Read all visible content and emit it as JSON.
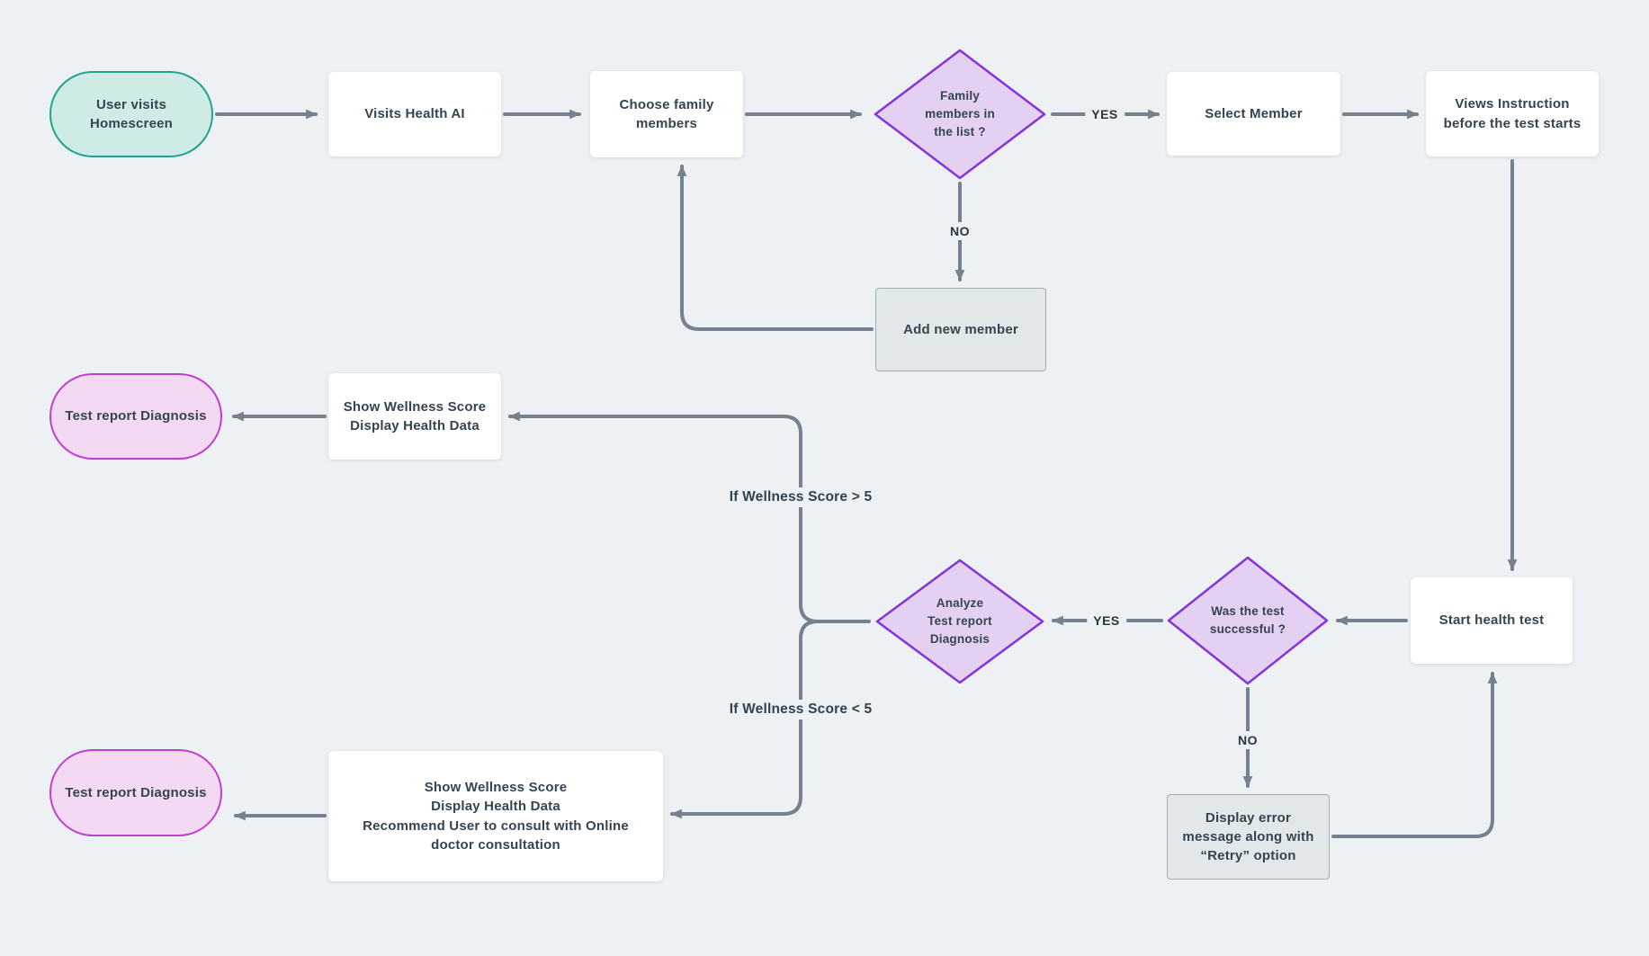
{
  "diagram": {
    "title_hint": "Health AI test user flow",
    "colors": {
      "background": "#EDF1F4",
      "connector": "#75818E",
      "process_fill": "#FFFFFF",
      "terminal_start_fill": "#CFEBE5",
      "terminal_start_border": "#21A391",
      "terminal_end_fill": "#F4D9F2",
      "terminal_end_border": "#C13FD0",
      "decision_fill": "#E4D0F3",
      "decision_border": "#8633D9",
      "manual_fill": "#E2E7EA",
      "manual_border": "#A2AEB7",
      "text": "#344450"
    },
    "nodes": {
      "start": {
        "type": "terminal",
        "label": "User visits\nHomescreen"
      },
      "visits_health_ai": {
        "type": "process",
        "label": "Visits Health AI"
      },
      "choose_family": {
        "type": "process",
        "label": "Choose family\nmembers"
      },
      "family_in_list": {
        "type": "decision",
        "label": "Family\nmembers in\nthe list ?"
      },
      "select_member": {
        "type": "process",
        "label": "Select Member"
      },
      "views_instruction": {
        "type": "process",
        "label": "Views Instruction\nbefore the test starts"
      },
      "add_new_member": {
        "type": "manual",
        "label": "Add new member"
      },
      "start_health_test": {
        "type": "process",
        "label": "Start health test"
      },
      "was_test_successful": {
        "type": "decision",
        "label": "Was the test\nsuccessful ?"
      },
      "analyze_report": {
        "type": "decision",
        "label": "Analyze\nTest report\nDiagnosis"
      },
      "display_error": {
        "type": "manual",
        "label": "Display error\nmessage along with\n“Retry” option"
      },
      "show_wellness_high": {
        "type": "process",
        "label": "Show Wellness Score\nDisplay Health Data"
      },
      "report_diagnosis_high": {
        "type": "terminal",
        "label": "Test report Diagnosis"
      },
      "show_wellness_low": {
        "type": "process",
        "label": "Show Wellness Score\nDisplay Health Data\nRecommend User to consult with Online\ndoctor consultation"
      },
      "report_diagnosis_low": {
        "type": "terminal",
        "label": "Test report Diagnosis"
      }
    },
    "edge_labels": {
      "yes_family": "YES",
      "no_family": "NO",
      "yes_test": "YES",
      "no_test": "NO",
      "wellness_above": "If Wellness Score > 5",
      "wellness_below": "If Wellness Score < 5"
    }
  }
}
